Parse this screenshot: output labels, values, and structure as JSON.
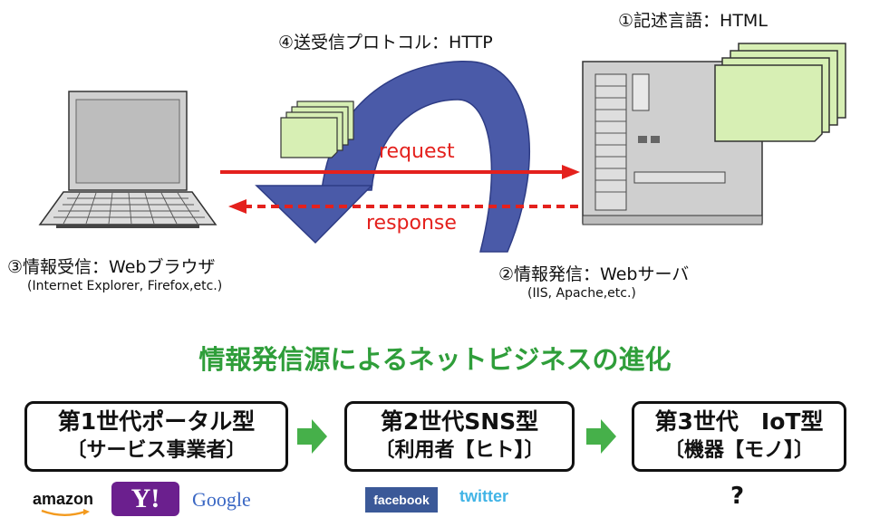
{
  "labels": {
    "language": "①記述言語：HTML",
    "protocol": "④送受信プロトコル：HTTP",
    "client": "③情報受信：Webブラウザ",
    "client_examples": "(Internet Explorer, Firefox,etc.)",
    "server": "②情報発信：Webサーバ",
    "server_examples": "(IIS, Apache,etc.)",
    "request": "request",
    "response": "response"
  },
  "heading": "情報発信源によるネットビジネスの進化",
  "generations": [
    {
      "line1": "第1世代ポータル型",
      "line2": "〔サービス事業者〕"
    },
    {
      "line1": "第2世代SNS型",
      "line2": "〔利用者【ヒト】〕"
    },
    {
      "line1": "第3世代　IoT型",
      "line2": "〔機器【モノ】〕"
    }
  ],
  "logos": {
    "amazon": "amazon",
    "yahoo": "Y!",
    "google": "Google",
    "facebook": "facebook",
    "twitter": "twitter",
    "unknown": "?"
  },
  "colors": {
    "arrow_blue": "#4a5aa8",
    "arrow_red": "#e4211d",
    "heading_green": "#2f9e3a",
    "doc_green": "#d7efb4"
  }
}
